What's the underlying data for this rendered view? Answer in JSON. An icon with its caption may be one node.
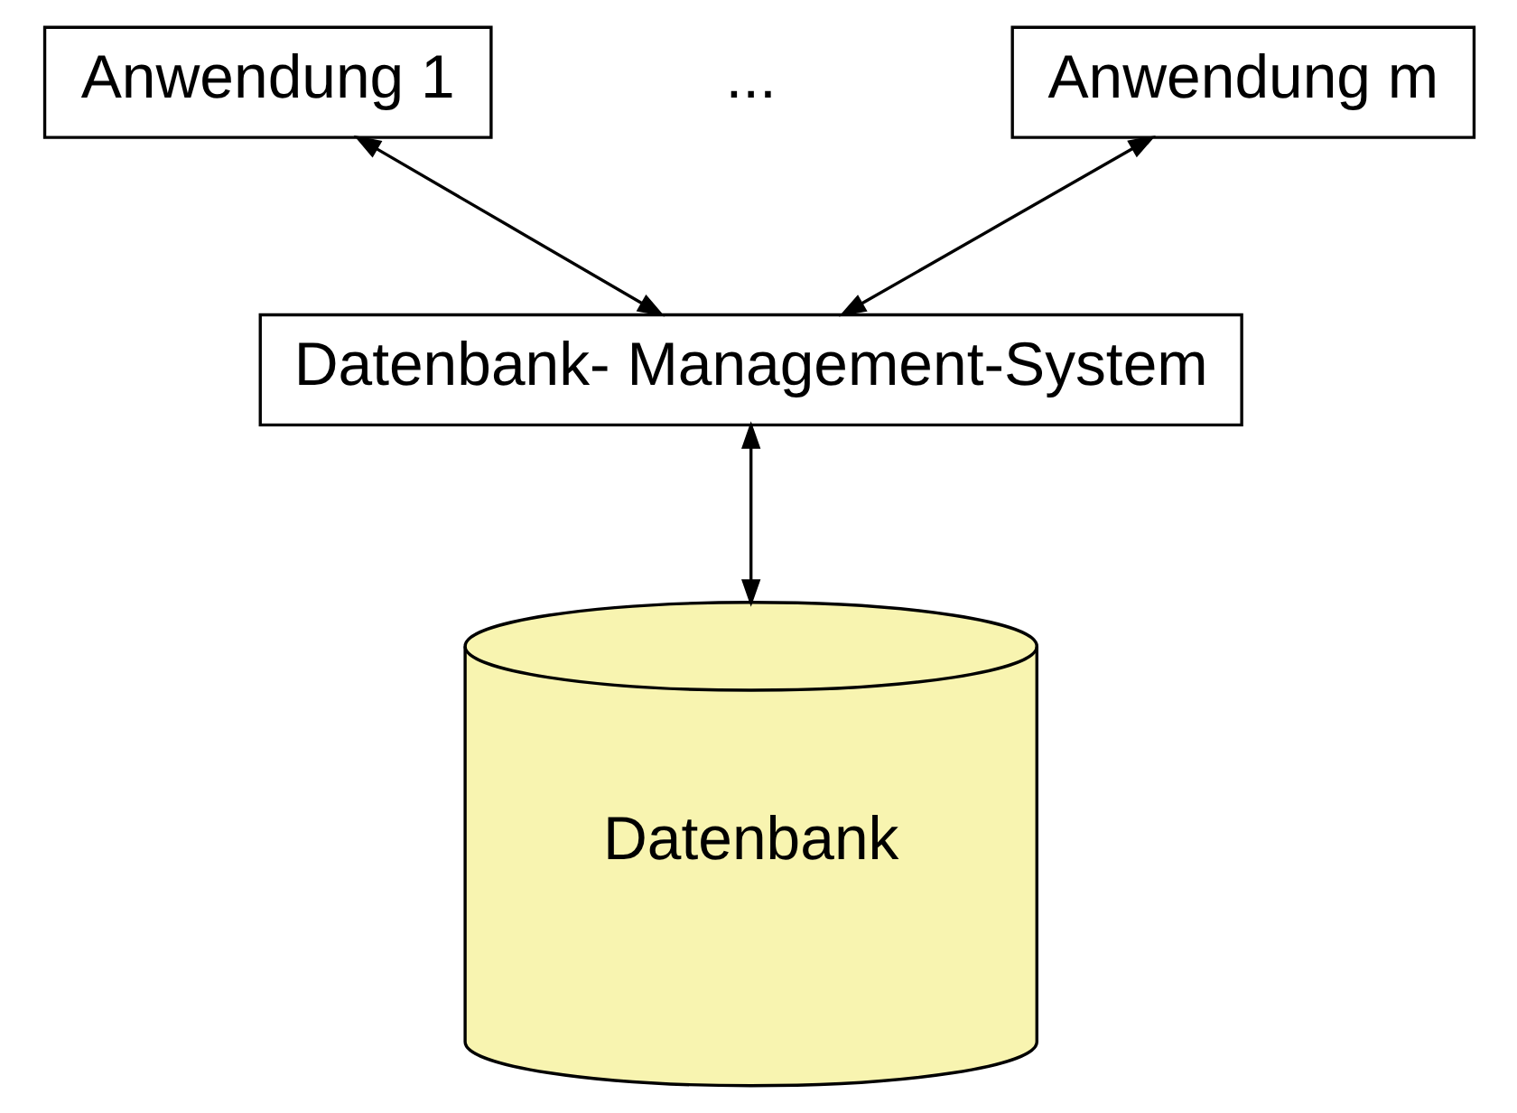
{
  "diagram": {
    "nodes": [
      {
        "text": [
          "Anwendung 1"
        ]
      },
      {
        "text": [
          "Anwendung m"
        ]
      },
      {
        "text": [
          "Datenbank- Management-System"
        ]
      },
      {
        "text": [
          "Datenbank"
        ]
      }
    ],
    "edges": [
      {
        "from": 0,
        "to": 2,
        "arrow": "both"
      },
      {
        "from": 1,
        "to": 2,
        "arrow": "both"
      },
      {
        "from": 2,
        "to": 3,
        "arrow": "both"
      }
    ],
    "labels": [
      "..."
    ]
  }
}
